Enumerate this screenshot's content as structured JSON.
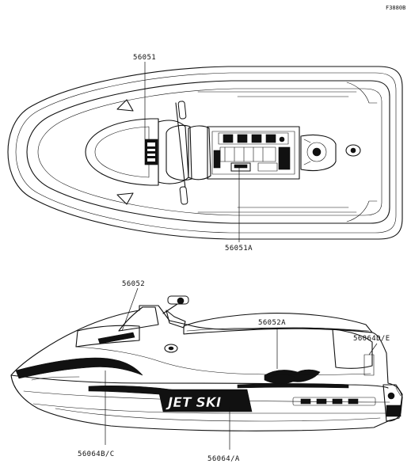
{
  "figure_code": "F3880B",
  "top_view": {
    "label_upper": "56051",
    "label_lower": "56051A"
  },
  "side_view": {
    "label_top_left": "56052",
    "label_top_mid": "56052A",
    "label_right": "56064D/E",
    "label_bottom_left": "56064B/C",
    "label_bottom_mid": "56064/A",
    "decal_text": "JET SKI"
  }
}
